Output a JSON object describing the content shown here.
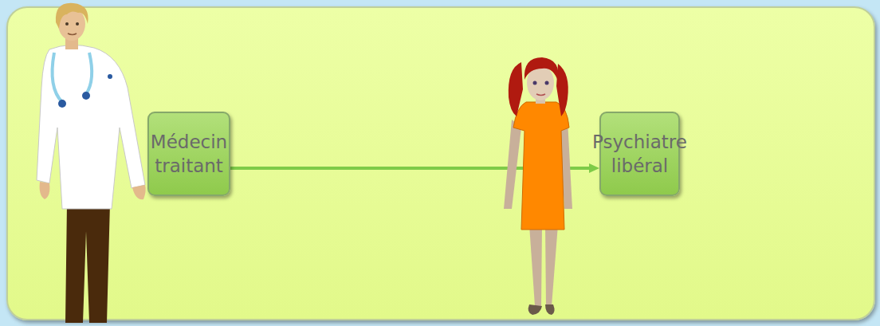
{
  "diagram": {
    "nodes": [
      {
        "text": [
          "Médecin traitant"
        ]
      },
      {
        "text": [
          "Psychiatre libéral"
        ]
      }
    ],
    "edges": [
      {
        "from": 0,
        "to": 1,
        "arrow": "to"
      }
    ]
  }
}
